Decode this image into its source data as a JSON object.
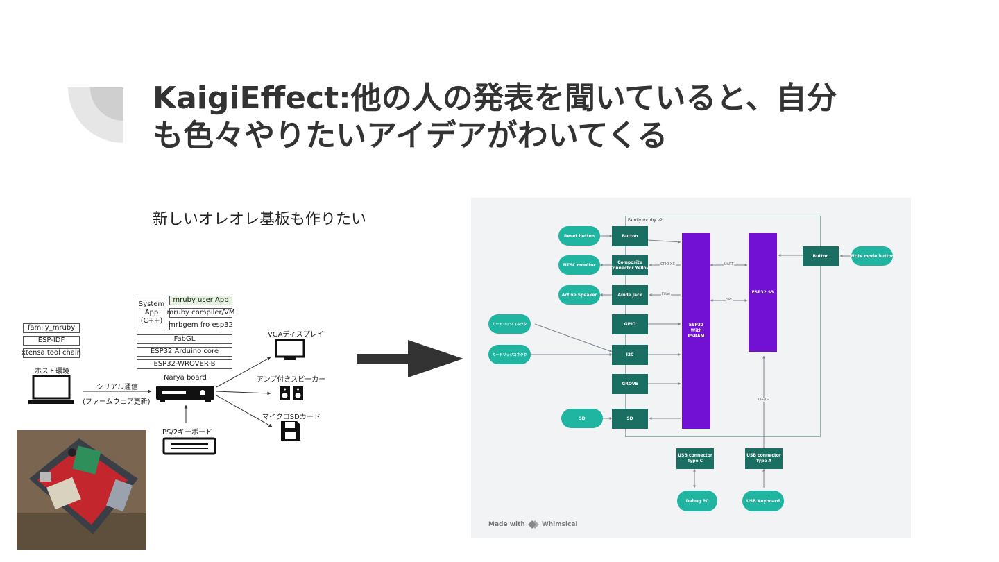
{
  "slide": {
    "title_line1": "KaigiEffect:他の人の発表を聞いていると、自分",
    "title_line2": "も色々やりたいアイデアがわいてくる",
    "subtitle": "新しいオレオレ基板も作りたい"
  },
  "left_diagram": {
    "host_stack": [
      "family_mruby",
      "ESP-IDF",
      "xtensa tool chain"
    ],
    "host_label": "ホスト環境",
    "system_app": "System\nApp\n(C++)",
    "mruby_user_app": "mruby user App",
    "mruby_compiler": "mruby compiler/VM",
    "mrbgem": "mrbgem fro esp32",
    "fabgl": "FabGL",
    "arduino_core": "ESP32 Arduino core",
    "wrover": "ESP32-WROVER-B",
    "serial_label": "シリアル通信",
    "firmware_label": "(ファームウェア更新)",
    "board_label": "Narya board",
    "keyboard_label": "PS/2キーボード",
    "vga_label": "VGAディスプレイ",
    "speaker_label": "アンプ付きスピーカー",
    "sd_label": "マイクロSDカード"
  },
  "block_diagram": {
    "frame_label": "Family mruby v2",
    "external_left": {
      "reset": "Reset button",
      "ntsc": "NTSC monitor",
      "speaker": "Active Speaker",
      "cart1": "カードリッジコネクタ",
      "cart2": "カードリッジコネクタ",
      "sd": "SD"
    },
    "blocks": {
      "button": "Button",
      "composite_1": "Composite",
      "composite_2": "Connector Yellow",
      "audio": "Auide Jack",
      "gpio": "GPIO",
      "i2c": "I2C",
      "grove": "GROVE",
      "sd": "SD",
      "esp32_1": "ESP32",
      "esp32_2": "With PSRAM",
      "esp32s3": "ESP32 S3",
      "button_right": "Button",
      "usb_c_1": "USB connector",
      "usb_c_2": "Type C",
      "usb_a_1": "USB connector",
      "usb_a_2": "Type A"
    },
    "external_right": {
      "write_mode": "Write mode button",
      "debug_pc": "Debug PC",
      "usb_keyboard": "USB Keyboard"
    },
    "edge_labels": {
      "gpio_xx": "GPIO XX",
      "filter": "Filter",
      "uart": "UART",
      "spi": "SPI",
      "dplus": "D+/D-"
    },
    "footer": "Made with",
    "brand": "Whimsical"
  }
}
